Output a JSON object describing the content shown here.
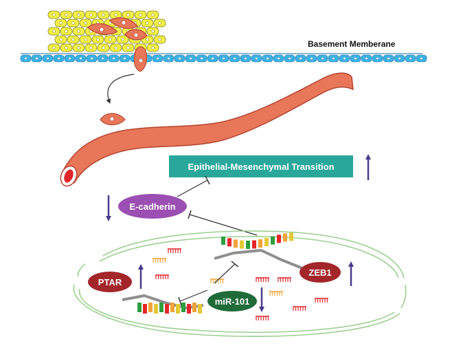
{
  "labels": {
    "basement_membrane": "Basement Memberane",
    "emt": "Epithelial-Mesenchymal Transition",
    "ecadherin": "E-cadherin",
    "ptar": "PTAR",
    "zeb1": "ZEB1",
    "mir101": "miR-101"
  },
  "colors": {
    "vessel": "#E8775A",
    "vessel_outline": "#B5452F",
    "membrane": "#3BB3E6",
    "cell_yellow": "#F2F045",
    "emt_box": "#2AA79B",
    "ecadherin": "#9B4FB2",
    "ptar": "#A3262A",
    "zeb1": "#A3262A",
    "mir101": "#1F6B3A",
    "arrow": "#4A3A8C",
    "rna_backbone": "#8E8E8E"
  },
  "regulation": {
    "emt": "up",
    "ecadherin": "down",
    "ptar": "up",
    "zeb1": "up",
    "mir101": "down"
  }
}
